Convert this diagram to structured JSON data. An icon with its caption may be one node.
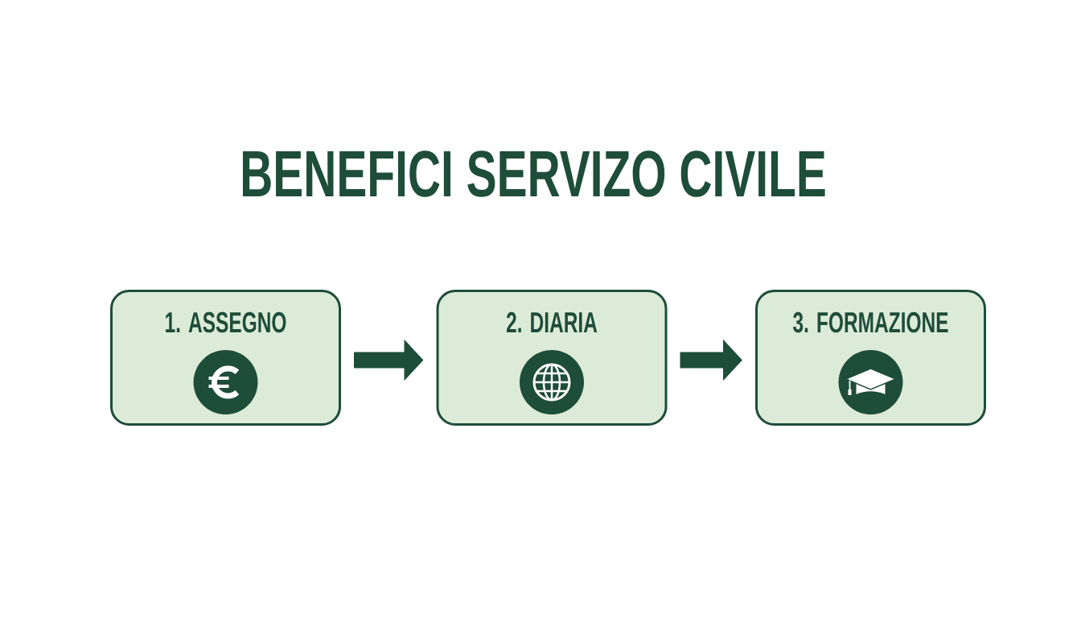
{
  "diagram": {
    "title": "BENEFICI SERVIZO CIVILE",
    "nodes": [
      {
        "text": [
          "1. ASSEGNO"
        ]
      },
      {
        "text": [
          "2. DIARIA"
        ]
      },
      {
        "text": [
          "3. FORMAZIONE"
        ]
      }
    ],
    "edges": [
      {
        "from": 0,
        "to": 1,
        "arrow": "to"
      },
      {
        "from": 1,
        "to": 2,
        "arrow": "to"
      }
    ]
  }
}
